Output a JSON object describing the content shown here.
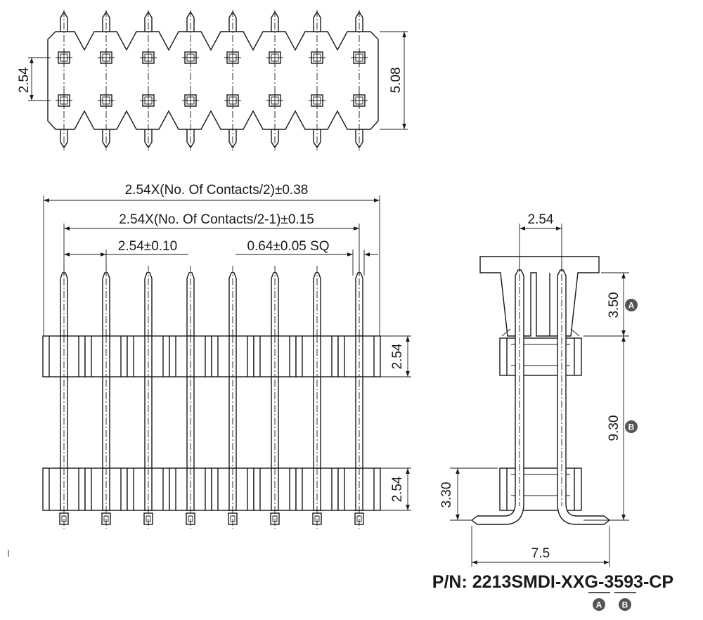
{
  "top_view": {
    "dim_row_pitch": "2.54",
    "dim_body_width": "5.08"
  },
  "front_view": {
    "dim_overall": "2.54X(No. Of Contacts/2)±0.38",
    "dim_span": "2.54X(No. Of Contacts/2-1)±0.15",
    "dim_pitch": "2.54±0.10",
    "dim_pin_size": "0.64±0.05 SQ",
    "dim_upper_insulator": "2.54",
    "dim_lower_insulator": "2.54"
  },
  "side_view": {
    "dim_pitch": "2.54",
    "dim_a": "3.50",
    "dim_b": "9.30",
    "dim_standoff": "3.30",
    "dim_foot_span": "7.5",
    "badge_a": "A",
    "badge_b": "B"
  },
  "part_number": {
    "prefix": "P/N: 2213SMDI-XXG-",
    "code_a": "35",
    "code_b": "93",
    "suffix": "-CP",
    "badge_a": "A",
    "badge_b": "B"
  }
}
